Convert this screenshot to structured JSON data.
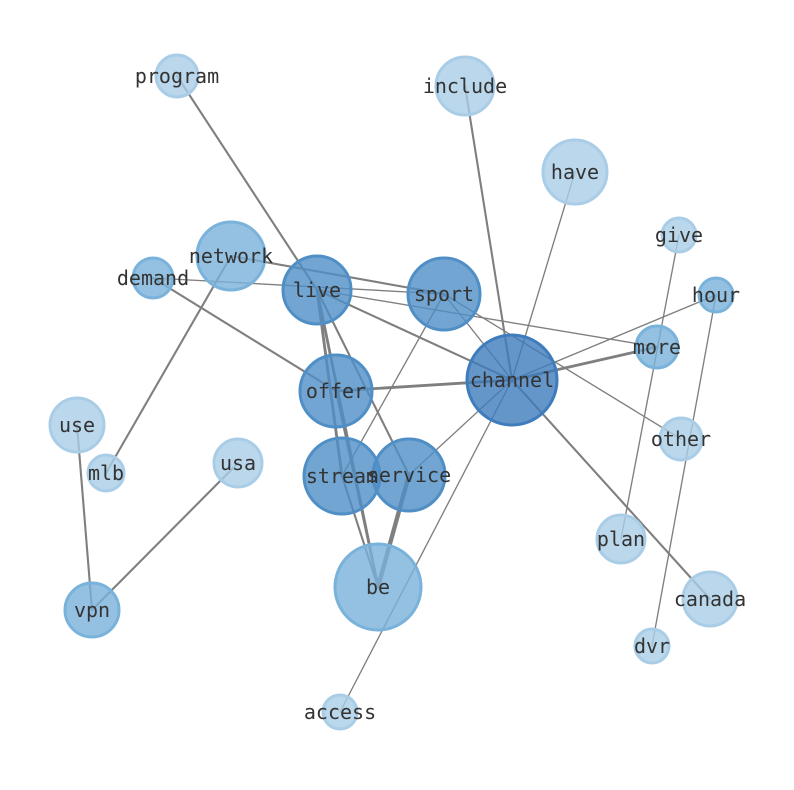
{
  "graph": {
    "nodes": [
      {
        "id": "program",
        "label": "program",
        "shade": "light"
      },
      {
        "id": "include",
        "label": "include",
        "shade": "light"
      },
      {
        "id": "have",
        "label": "have",
        "shade": "light"
      },
      {
        "id": "give",
        "label": "give",
        "shade": "light"
      },
      {
        "id": "hour",
        "label": "hour",
        "shade": "mid"
      },
      {
        "id": "network",
        "label": "network",
        "shade": "mid"
      },
      {
        "id": "demand",
        "label": "demand",
        "shade": "mid"
      },
      {
        "id": "live",
        "label": "live",
        "shade": "dark"
      },
      {
        "id": "sport",
        "label": "sport",
        "shade": "dark"
      },
      {
        "id": "more",
        "label": "more",
        "shade": "mid"
      },
      {
        "id": "channel",
        "label": "channel",
        "shade": "darkest"
      },
      {
        "id": "offer",
        "label": "offer",
        "shade": "dark"
      },
      {
        "id": "use",
        "label": "use",
        "shade": "light"
      },
      {
        "id": "other",
        "label": "other",
        "shade": "light"
      },
      {
        "id": "usa",
        "label": "usa",
        "shade": "light"
      },
      {
        "id": "mlb",
        "label": "mlb",
        "shade": "light"
      },
      {
        "id": "stream",
        "label": "stream",
        "shade": "dark"
      },
      {
        "id": "service",
        "label": "service",
        "shade": "dark"
      },
      {
        "id": "plan",
        "label": "plan",
        "shade": "light"
      },
      {
        "id": "be",
        "label": "be",
        "shade": "mid"
      },
      {
        "id": "canada",
        "label": "canada",
        "shade": "light"
      },
      {
        "id": "vpn",
        "label": "vpn",
        "shade": "mid"
      },
      {
        "id": "dvr",
        "label": "dvr",
        "shade": "light"
      },
      {
        "id": "access",
        "label": "access",
        "shade": "light"
      }
    ],
    "edges": [
      {
        "source": "program",
        "target": "live",
        "weight": 2
      },
      {
        "source": "include",
        "target": "channel",
        "weight": 2
      },
      {
        "source": "have",
        "target": "channel",
        "weight": 1
      },
      {
        "source": "give",
        "target": "plan",
        "weight": 1
      },
      {
        "source": "hour",
        "target": "dvr",
        "weight": 1
      },
      {
        "source": "hour",
        "target": "channel",
        "weight": 1
      },
      {
        "source": "network",
        "target": "mlb",
        "weight": 2
      },
      {
        "source": "network",
        "target": "sport",
        "weight": 2
      },
      {
        "source": "demand",
        "target": "sport",
        "weight": 1
      },
      {
        "source": "demand",
        "target": "offer",
        "weight": 2
      },
      {
        "source": "live",
        "target": "channel",
        "weight": 2
      },
      {
        "source": "live",
        "target": "stream",
        "weight": 3
      },
      {
        "source": "live",
        "target": "be",
        "weight": 3
      },
      {
        "source": "live",
        "target": "service",
        "weight": 2
      },
      {
        "source": "live",
        "target": "more",
        "weight": 1
      },
      {
        "source": "sport",
        "target": "stream",
        "weight": 1
      },
      {
        "source": "sport",
        "target": "channel",
        "weight": 1
      },
      {
        "source": "sport",
        "target": "other",
        "weight": 1
      },
      {
        "source": "offer",
        "target": "channel",
        "weight": 3
      },
      {
        "source": "offer",
        "target": "be",
        "weight": 2
      },
      {
        "source": "channel",
        "target": "more",
        "weight": 3
      },
      {
        "source": "channel",
        "target": "service",
        "weight": 1
      },
      {
        "source": "channel",
        "target": "canada",
        "weight": 2
      },
      {
        "source": "channel",
        "target": "access",
        "weight": 1
      },
      {
        "source": "stream",
        "target": "be",
        "weight": 2
      },
      {
        "source": "service",
        "target": "be",
        "weight": 5
      },
      {
        "source": "use",
        "target": "vpn",
        "weight": 2
      },
      {
        "source": "usa",
        "target": "vpn",
        "weight": 2
      }
    ]
  },
  "palette": {
    "edge": "#7f7f7f",
    "label": "#333333",
    "light": "#a9cde6",
    "mid": "#79b2da",
    "dark": "#4f8fc6",
    "darkest": "#3e7cbc"
  }
}
